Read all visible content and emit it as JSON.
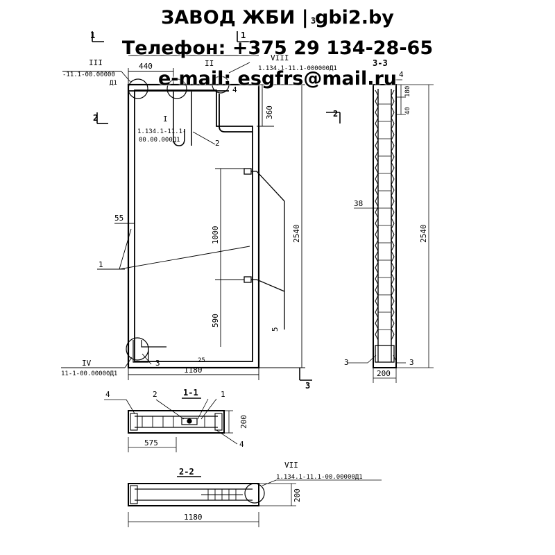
{
  "header": {
    "line1": "ЗАВОД ЖБИ | gbi2.by",
    "line2": "Телефон: +375 29 134-28-65",
    "line3": "e-mail: esgfrs@mail.ru"
  },
  "labels": {
    "view_marker_1": "1",
    "view_marker_2": "2",
    "view_marker_3": "3",
    "node_III": "III",
    "node_III_ref": "-11.1-00.00000",
    "node_III_ref2": "Д1",
    "node_I": "I",
    "node_I_ref": "1.134.1-11.1-",
    "node_I_ref2": "00.00.000Д1",
    "node_II": "II",
    "node_VIII": "VIII",
    "node_VIII_ref": "1.134.1-11.1-000000Д1",
    "node_IV": "IV",
    "node_IV_ref": "11-1-00.00000Д1",
    "node_VII": "VII",
    "node_VII_ref": "1.134.1-11.1-00.00000Д1",
    "pos_1": "1",
    "pos_2": "2",
    "pos_3": "3",
    "pos_4": "4",
    "pos_5": "5",
    "section_11": "1-1",
    "section_22": "2-2",
    "section_33": "3-3"
  },
  "dimensions": {
    "d440": "440",
    "d360": "360",
    "d55": "55",
    "d1000": "1000",
    "d2540": "2540",
    "d590": "590",
    "d25": "25",
    "d1180": "1180",
    "d38": "38",
    "d180": "180",
    "d40": "40",
    "d200": "200",
    "d575": "575",
    "d200b": "200",
    "d1180b": "1180",
    "d200c": "200"
  }
}
